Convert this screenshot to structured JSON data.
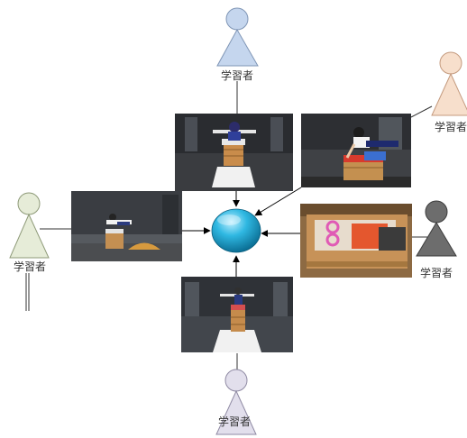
{
  "learners": {
    "top": {
      "label": "学習者",
      "fill": "#c5d6ee",
      "stroke": "#7f95b5"
    },
    "left": {
      "label": "学習者",
      "fill": "#e6ecd8",
      "stroke": "#8e9a78"
    },
    "right": {
      "label": "学習者",
      "fill": "#6d6d6d",
      "stroke": "#3d3d3d"
    },
    "topright": {
      "label": "学習者",
      "fill": "#f7dfcc",
      "stroke": "#c49a7e"
    },
    "bottom": {
      "label": "学習者",
      "fill": "#e2dfec",
      "stroke": "#8f8aa3"
    }
  },
  "hub": {
    "color": "#1ea7d4"
  },
  "photos": {
    "top": "vaulting photo — front view, landing mat",
    "topright": "vaulting photo — side view over box",
    "left": "vaulting photo — gym side view",
    "right": "vaulting photo — close-up box with hands",
    "bottom": "vaulting photo — front run-up view"
  }
}
